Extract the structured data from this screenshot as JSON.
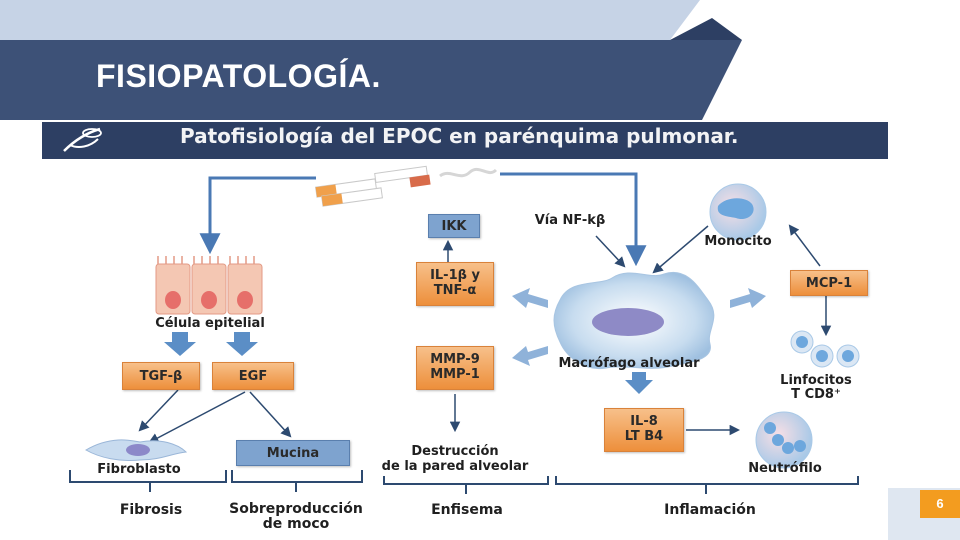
{
  "slide": {
    "title": "FISIOPATOLOGÍA.",
    "page_number": "6",
    "colors": {
      "banner": "#3d5177",
      "top_band": "#c6d3e6",
      "accent": "#f39c1f"
    }
  },
  "figure": {
    "title": "Patofisiología del EPOC en parénquima pulmonar.",
    "nodes": {
      "celula_epitelial": "Célula epitelial",
      "tgf_beta": "TGF-β",
      "egf": "EGF",
      "fibroblasto": "Fibroblasto",
      "mucina": "Mucina",
      "ikk": "IKK",
      "il1_tnf_line1": "IL-1β y",
      "il1_tnf_line2": "TNF-α",
      "mmp_line1": "MMP-9",
      "mmp_line2": "MMP-1",
      "destruccion_line1": "Destrucción",
      "destruccion_line2": "de la pared alveolar",
      "via_nf": "Vía NF-kβ",
      "macrofago": "Macrófago alveolar",
      "monocito": "Monocito",
      "mcp1": "MCP-1",
      "linfocitos_line1": "Linfocitos",
      "linfocitos_line2": "T CD8⁺",
      "il8_line1": "IL-8",
      "il8_line2": "LT B4",
      "neutrofilo": "Neutrófilo"
    },
    "outcomes": {
      "fibrosis": "Fibrosis",
      "sobreproduccion_line1": "Sobreproducción",
      "sobreproduccion_line2": "de moco",
      "enfisema": "Enfisema",
      "inflamacion": "Inflamación"
    }
  }
}
